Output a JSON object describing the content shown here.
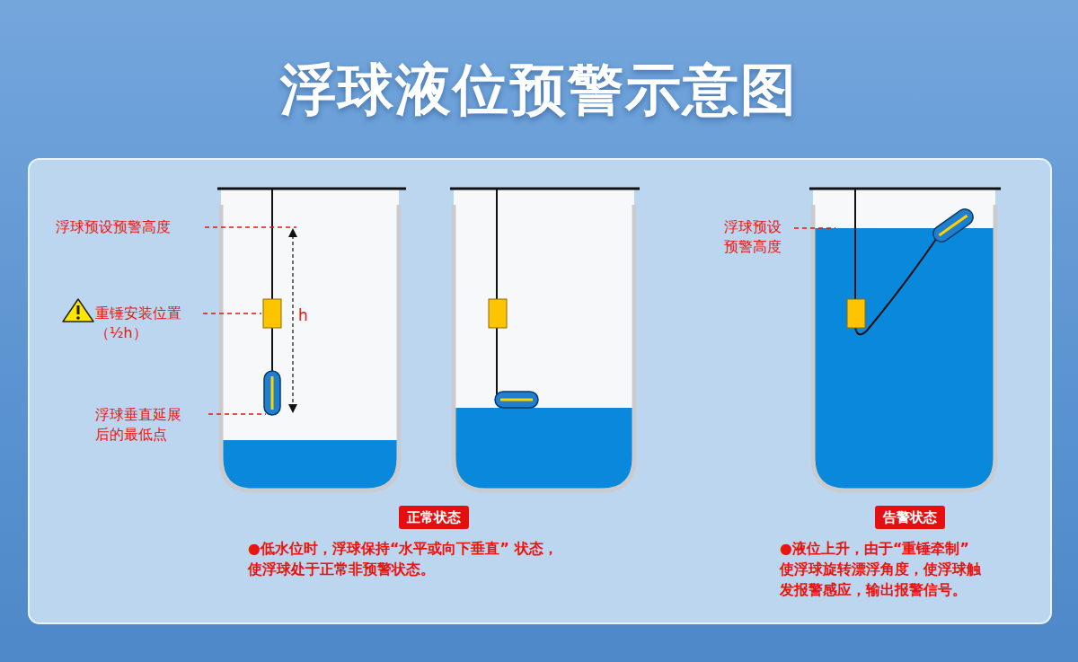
{
  "diagram": {
    "title": "浮球液位预警示意图",
    "nodes": [
      {
        "text": [
          "正常状态"
        ]
      },
      {
        "text": [
          "告警状态"
        ]
      }
    ],
    "labels": [
      "浮球预设预警高度",
      "重锤安装位置 （½h）",
      "h",
      "浮球垂直延展 后的最低点",
      "浮球预设 预警高度",
      "●低水位时，浮球保持“水平或向下垂直” 状态，使浮球处于正常非预警状态。",
      "●液位上升，由于“重锤牵制” 使浮球旋转漂浮角度，使浮球触 发报警感应，输出报警信号。"
    ]
  }
}
